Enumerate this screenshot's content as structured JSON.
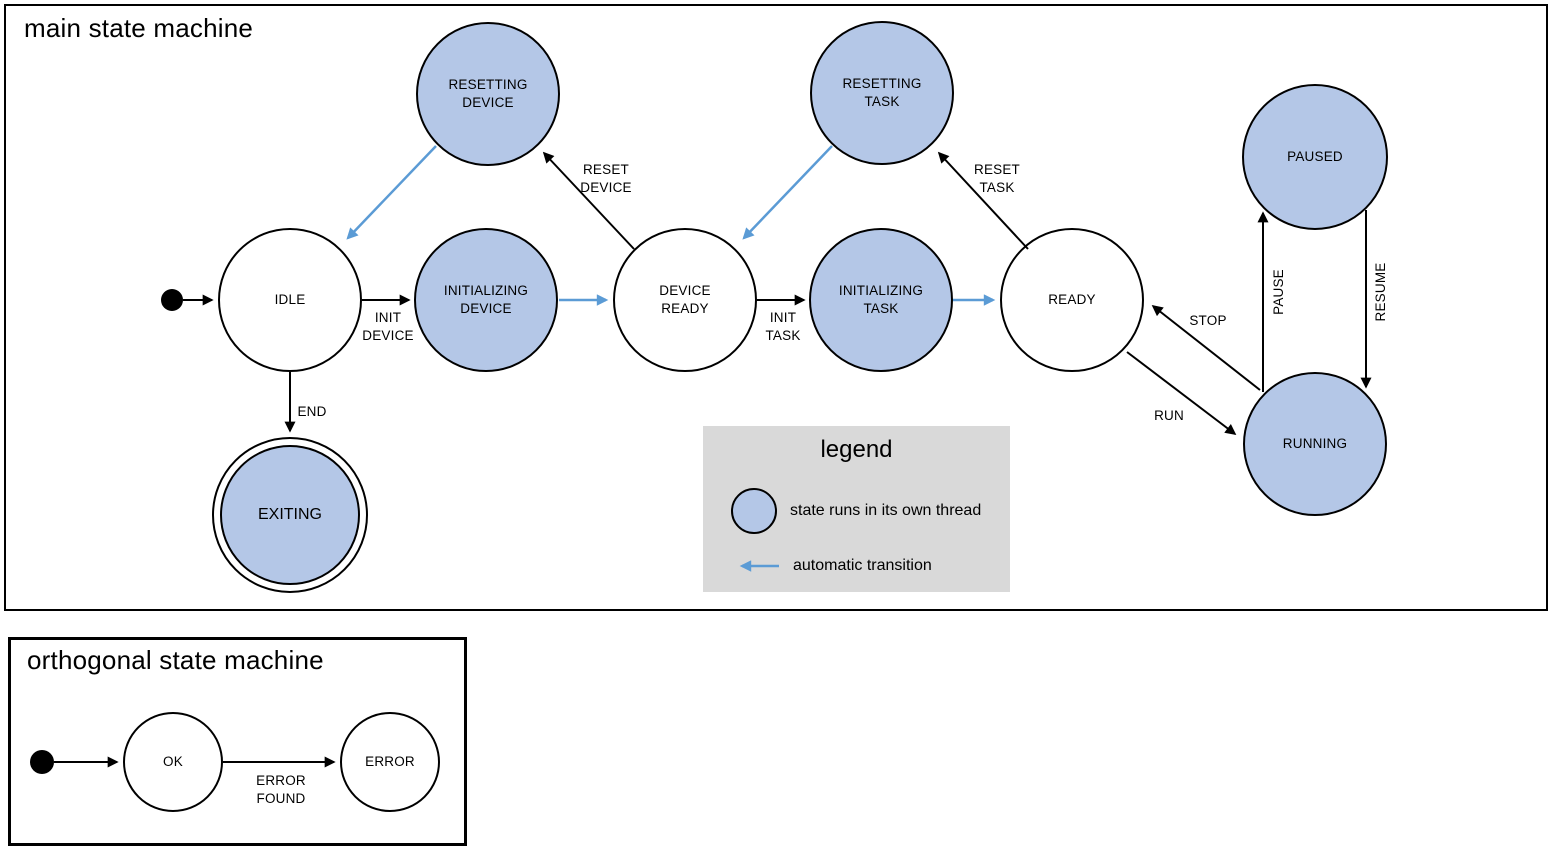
{
  "colors": {
    "threaded_state_fill": "#b4c7e7",
    "auto_transition_blue": "#5b9bd5",
    "legend_background": "#d9d9d9",
    "stroke": "#000000"
  },
  "main": {
    "title": "main state machine",
    "states": [
      {
        "id": "idle",
        "label": "IDLE"
      },
      {
        "id": "resetting-device",
        "label": "RESETTING\nDEVICE"
      },
      {
        "id": "initializing-device",
        "label": "INITIALIZING\nDEVICE"
      },
      {
        "id": "device-ready",
        "label": "DEVICE\nREADY"
      },
      {
        "id": "resetting-task",
        "label": "RESETTING\nTASK"
      },
      {
        "id": "initializing-task",
        "label": "INITIALIZING\nTASK"
      },
      {
        "id": "ready",
        "label": "READY"
      },
      {
        "id": "paused",
        "label": "PAUSED"
      },
      {
        "id": "running",
        "label": "RUNNING"
      },
      {
        "id": "exiting",
        "label": "EXITING"
      }
    ],
    "transitions": [
      {
        "id": "init-device",
        "label": "INIT\nDEVICE"
      },
      {
        "id": "reset-device",
        "label": "RESET\nDEVICE"
      },
      {
        "id": "init-task",
        "label": "INIT\nTASK"
      },
      {
        "id": "reset-task",
        "label": "RESET\nTASK"
      },
      {
        "id": "end",
        "label": "END"
      },
      {
        "id": "stop",
        "label": "STOP"
      },
      {
        "id": "run",
        "label": "RUN"
      },
      {
        "id": "pause",
        "label": "PAUSE"
      },
      {
        "id": "resume",
        "label": "RESUME"
      }
    ]
  },
  "legend": {
    "title": "legend",
    "threaded_item": "state runs in its own thread",
    "auto_item": "automatic transition"
  },
  "ortho": {
    "title": "orthogonal state machine",
    "states": [
      {
        "id": "ok",
        "label": "OK"
      },
      {
        "id": "error",
        "label": "ERROR"
      }
    ],
    "transitions": [
      {
        "id": "error-found",
        "label": "ERROR\nFOUND"
      }
    ]
  }
}
